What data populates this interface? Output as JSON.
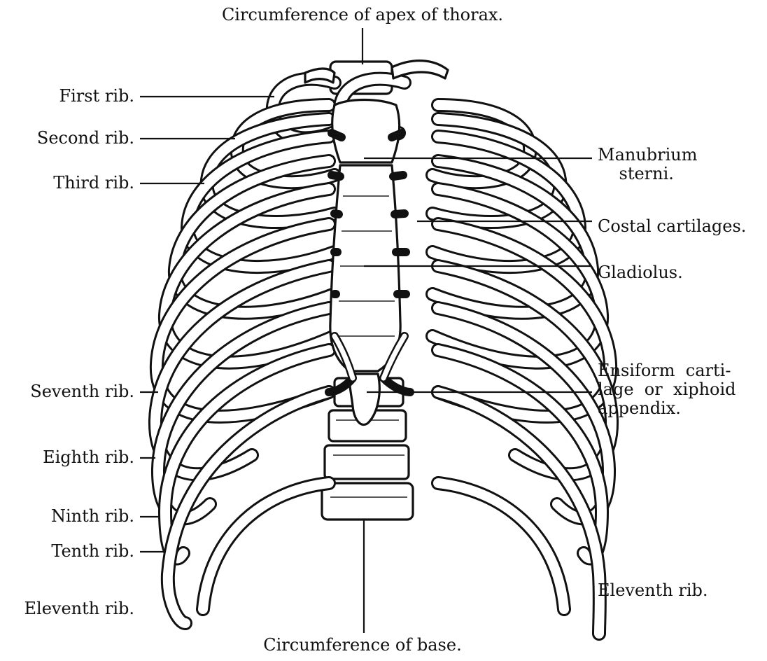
{
  "labels": {
    "apex": "Circumference of apex of thorax.",
    "first_rib": "First rib.",
    "second_rib": "Second rib.",
    "third_rib": "Third rib.",
    "seventh_rib": "Seventh rib.",
    "eighth_rib": "Eighth rib.",
    "ninth_rib": "Ninth rib.",
    "tenth_rib": "Tenth rib.",
    "eleventh_rib_left": "Eleventh rib.",
    "manubrium": "Manubrium\n    sterni.",
    "costal_cartilages": "Costal cartilages.",
    "gladiolus": "Gladiolus.",
    "ensiform": "Ensiform  carti-\nlage  or  xiphoid\nappendix.",
    "eleventh_rib_right": "Eleventh rib.",
    "base": "Circumference of base."
  }
}
